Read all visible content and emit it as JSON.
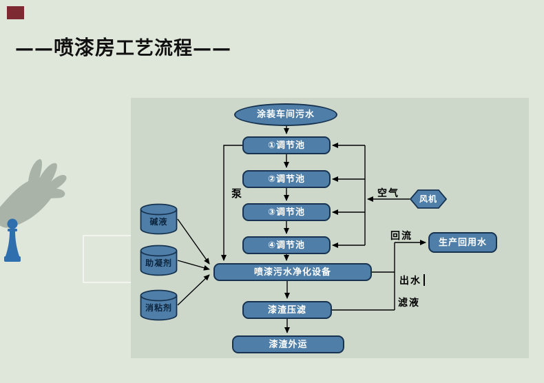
{
  "page": {
    "title_dash_left": "——",
    "title_main": "喷漆房",
    "title_rest": "工艺流程",
    "title_dash_right": "——"
  },
  "flow": {
    "source": "涂装车间污水",
    "tanks": [
      "①调节池",
      "②调节池",
      "③调节池",
      "④调节池"
    ],
    "pump_label": "泵",
    "air_label": "空气",
    "fan": "风机",
    "reflux_label": "回流",
    "reuse_water": "生产回用水",
    "purifier": "喷漆污水净化设备",
    "outflow_label": "出水",
    "filtrate_label": "滤液",
    "sludge_press": "漆渣压滤",
    "sludge_transport": "漆渣外运",
    "chemicals": [
      "碱液",
      "助凝剂",
      "消粘剂"
    ]
  },
  "colors": {
    "background": "#dfe6da",
    "panel": "#cdd8cb",
    "node_fill": "#4f7fa8",
    "node_border": "#16324f",
    "node_text": "#ffffff",
    "accent_square": "#7e2a33",
    "connector": "#000000",
    "hand": "#a9b3a7",
    "chess": "#2f6fae"
  }
}
